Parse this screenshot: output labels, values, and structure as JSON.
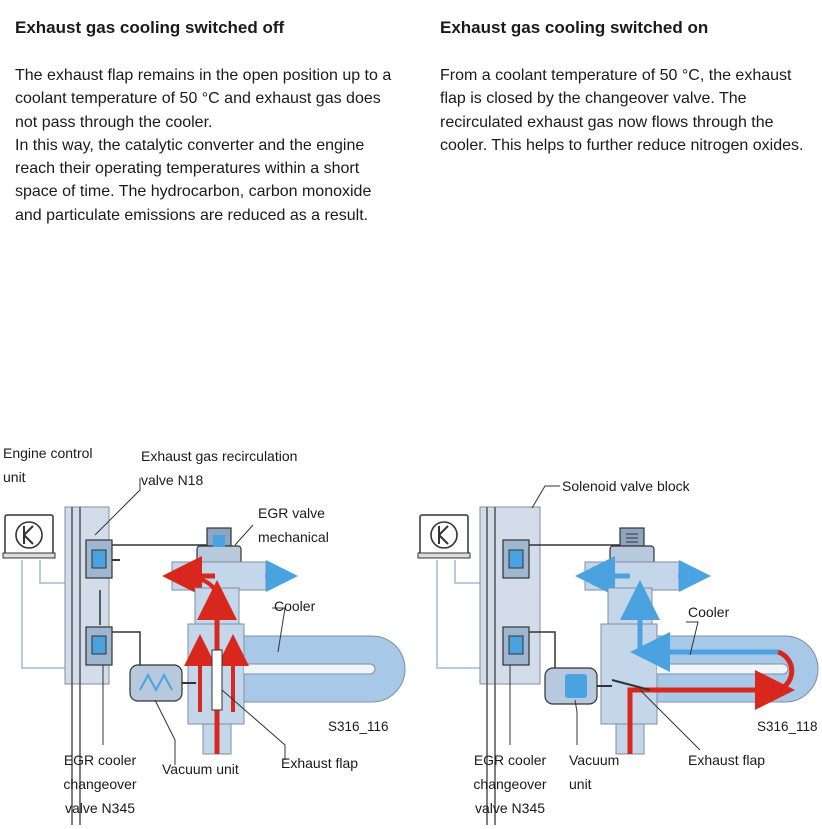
{
  "left": {
    "heading": "Exhaust gas cooling switched off",
    "paragraph_1": "The exhaust flap remains in the open position up to a coolant temperature of 50 °C and exhaust gas does not pass through the cooler.",
    "paragraph_2": "In this way, the catalytic converter and the engine reach their operating temperatures within a short space of time. The hydrocarbon, carbon monoxide and particulate emissions are reduced as a result.",
    "labels": {
      "engine_control_unit": "Engine control unit",
      "egr_valve": "Exhaust gas recirculation valve N18",
      "egr_valve_mechanical": "EGR valve mechanical",
      "cooler": "Cooler",
      "figure_code": "S316_116",
      "changeover_valve": "EGR cooler changeover valve N345",
      "vacuum_unit": "Vacuum unit",
      "exhaust_flap": "Exhaust flap"
    }
  },
  "right": {
    "heading": "Exhaust gas cooling switched on",
    "paragraph_1": "From a coolant temperature of 50 °C, the exhaust flap is closed by the changeover valve. The recirculated exhaust gas now flows through the cooler. This helps to further reduce nitrogen oxides.",
    "labels": {
      "solenoid_valve_block": "Solenoid valve block",
      "cooler": "Cooler",
      "figure_code": "S316_118",
      "changeover_valve": "EGR cooler changeover valve N345",
      "vacuum_unit": "Vacuum unit",
      "exhaust_flap": "Exhaust flap"
    }
  },
  "colors": {
    "exhaust_gas": "#d8281e",
    "intake_air": "#4aa3e0",
    "housing": "#c4d6ea",
    "cooler": "#a8c8e8"
  }
}
